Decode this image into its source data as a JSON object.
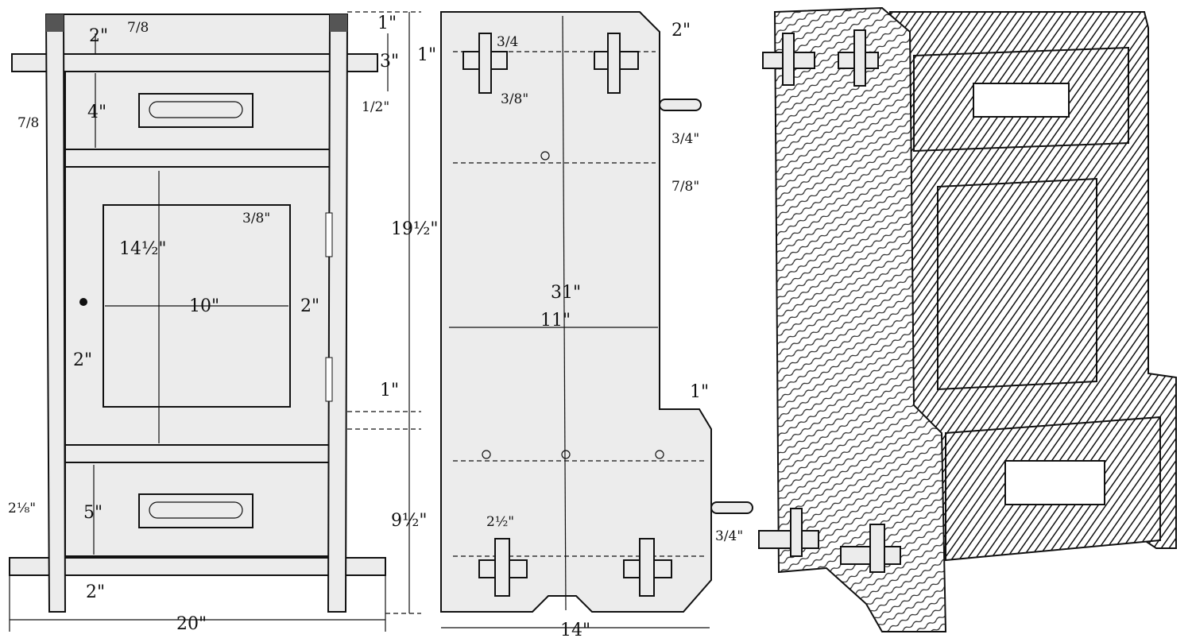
{
  "figure": {
    "front_view": {
      "labels": [
        "2\"",
        "7/8",
        "1\"",
        "1\"",
        "3\"",
        "4\"",
        "1/2\"",
        "7/8",
        "3/8\"",
        "14½\"",
        "10\"",
        "2\"",
        "2\"",
        "19½\"",
        "1\"",
        "5\"",
        "2⅛\"",
        "9½\"",
        "2\"",
        "20\""
      ]
    },
    "side_view": {
      "labels": [
        "3/4",
        "2\"",
        "3/8\"",
        "3/4\"",
        "7/8\"",
        "31\"",
        "11\"",
        "1\"",
        "2½\"",
        "3/4\"",
        "14\""
      ]
    },
    "perspective_view": {}
  }
}
